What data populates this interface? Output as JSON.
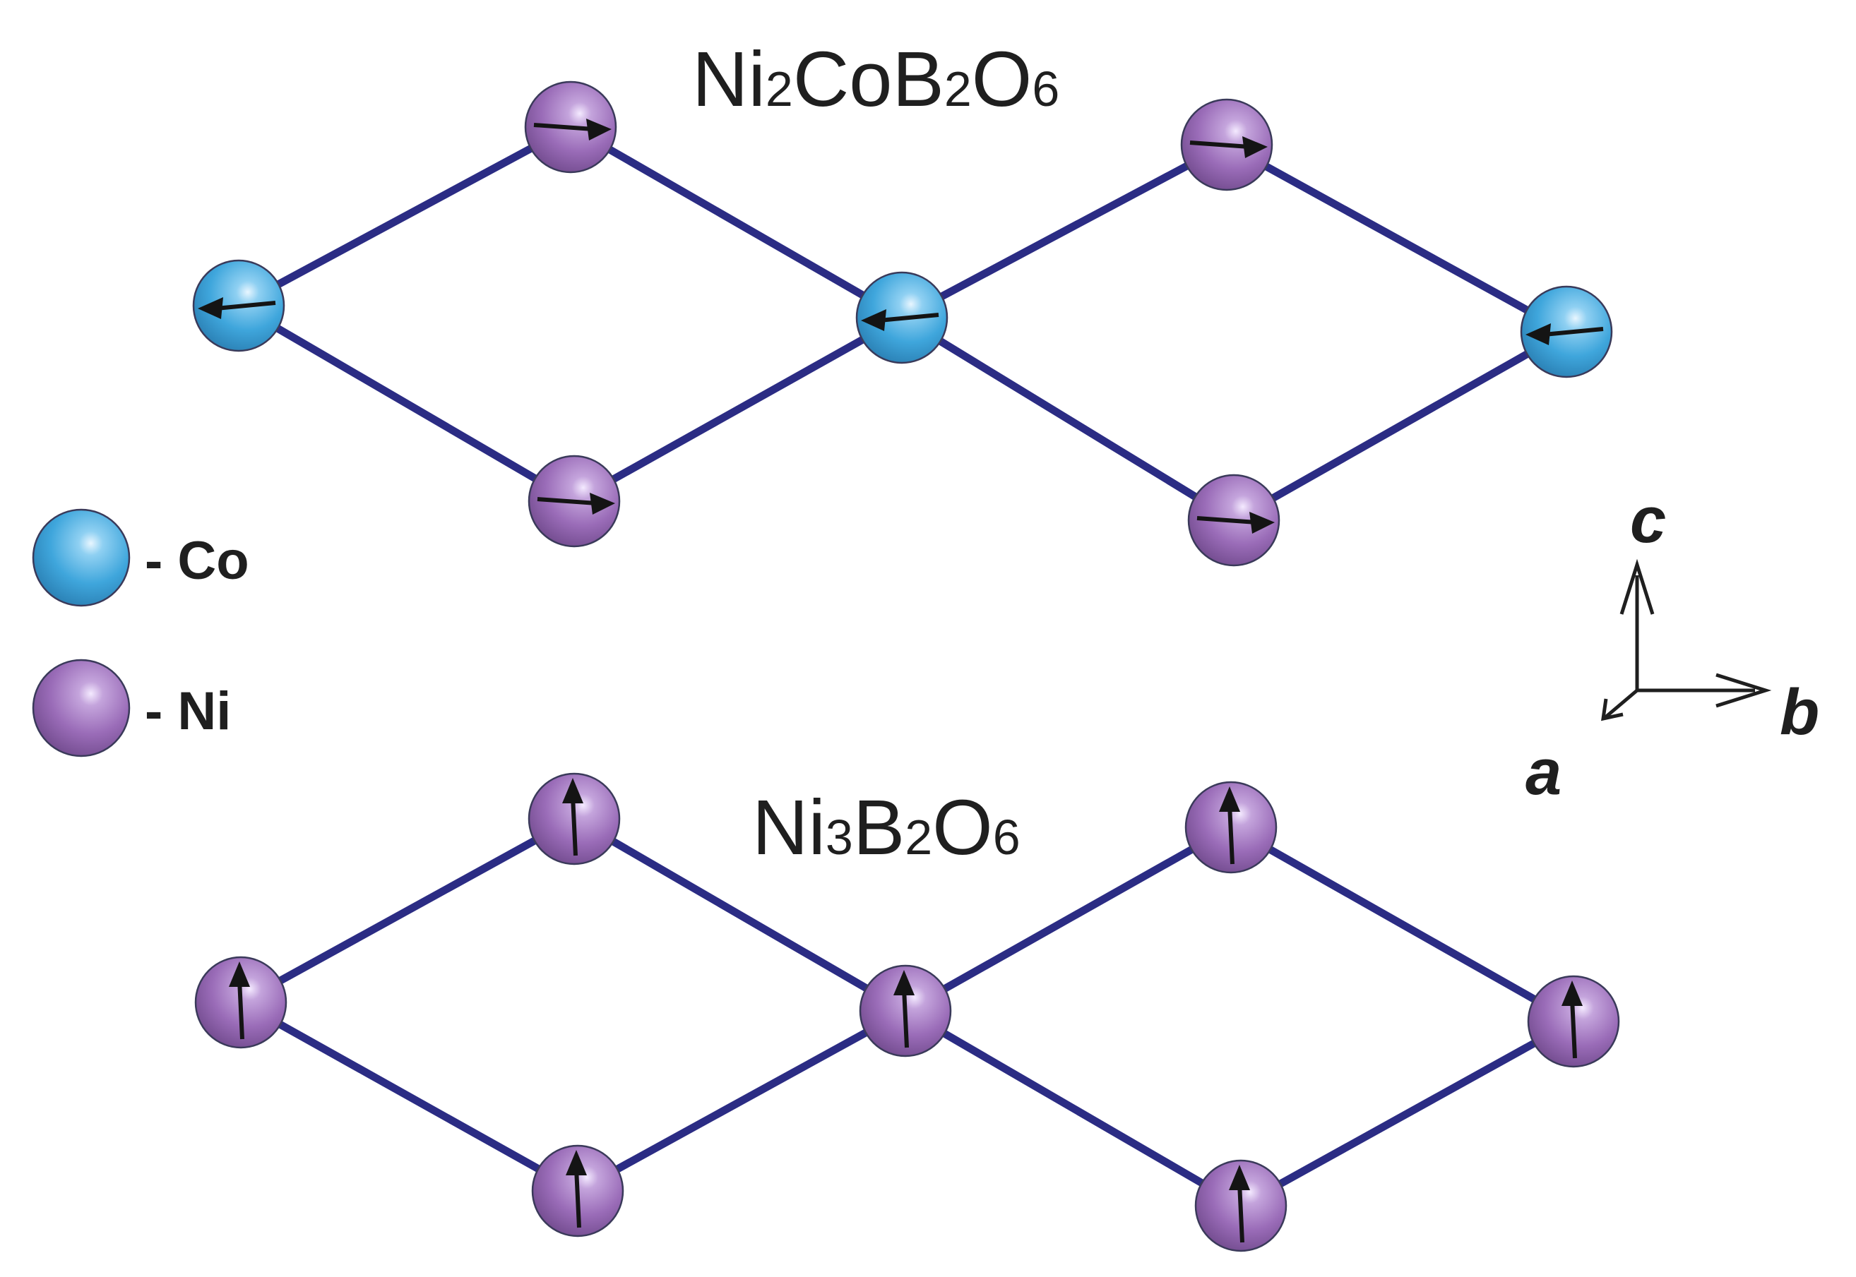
{
  "top_lattice": {
    "formula": [
      "Ni",
      "2",
      "Co",
      "B",
      "2",
      "O",
      "6"
    ]
  },
  "bottom_lattice": {
    "formula": [
      "Ni",
      "3",
      "B",
      "2",
      "O",
      "6"
    ]
  },
  "legend": {
    "items": [
      {
        "label": "- Co"
      },
      {
        "label": "- Ni"
      }
    ]
  },
  "axes": {
    "c": "c",
    "b": "b",
    "a": "a"
  },
  "colors": {
    "co_atom": "#3fa6dc",
    "ni_atom": "#9a6cb8",
    "bond": "#2b2c84",
    "arrow": "#141414"
  }
}
